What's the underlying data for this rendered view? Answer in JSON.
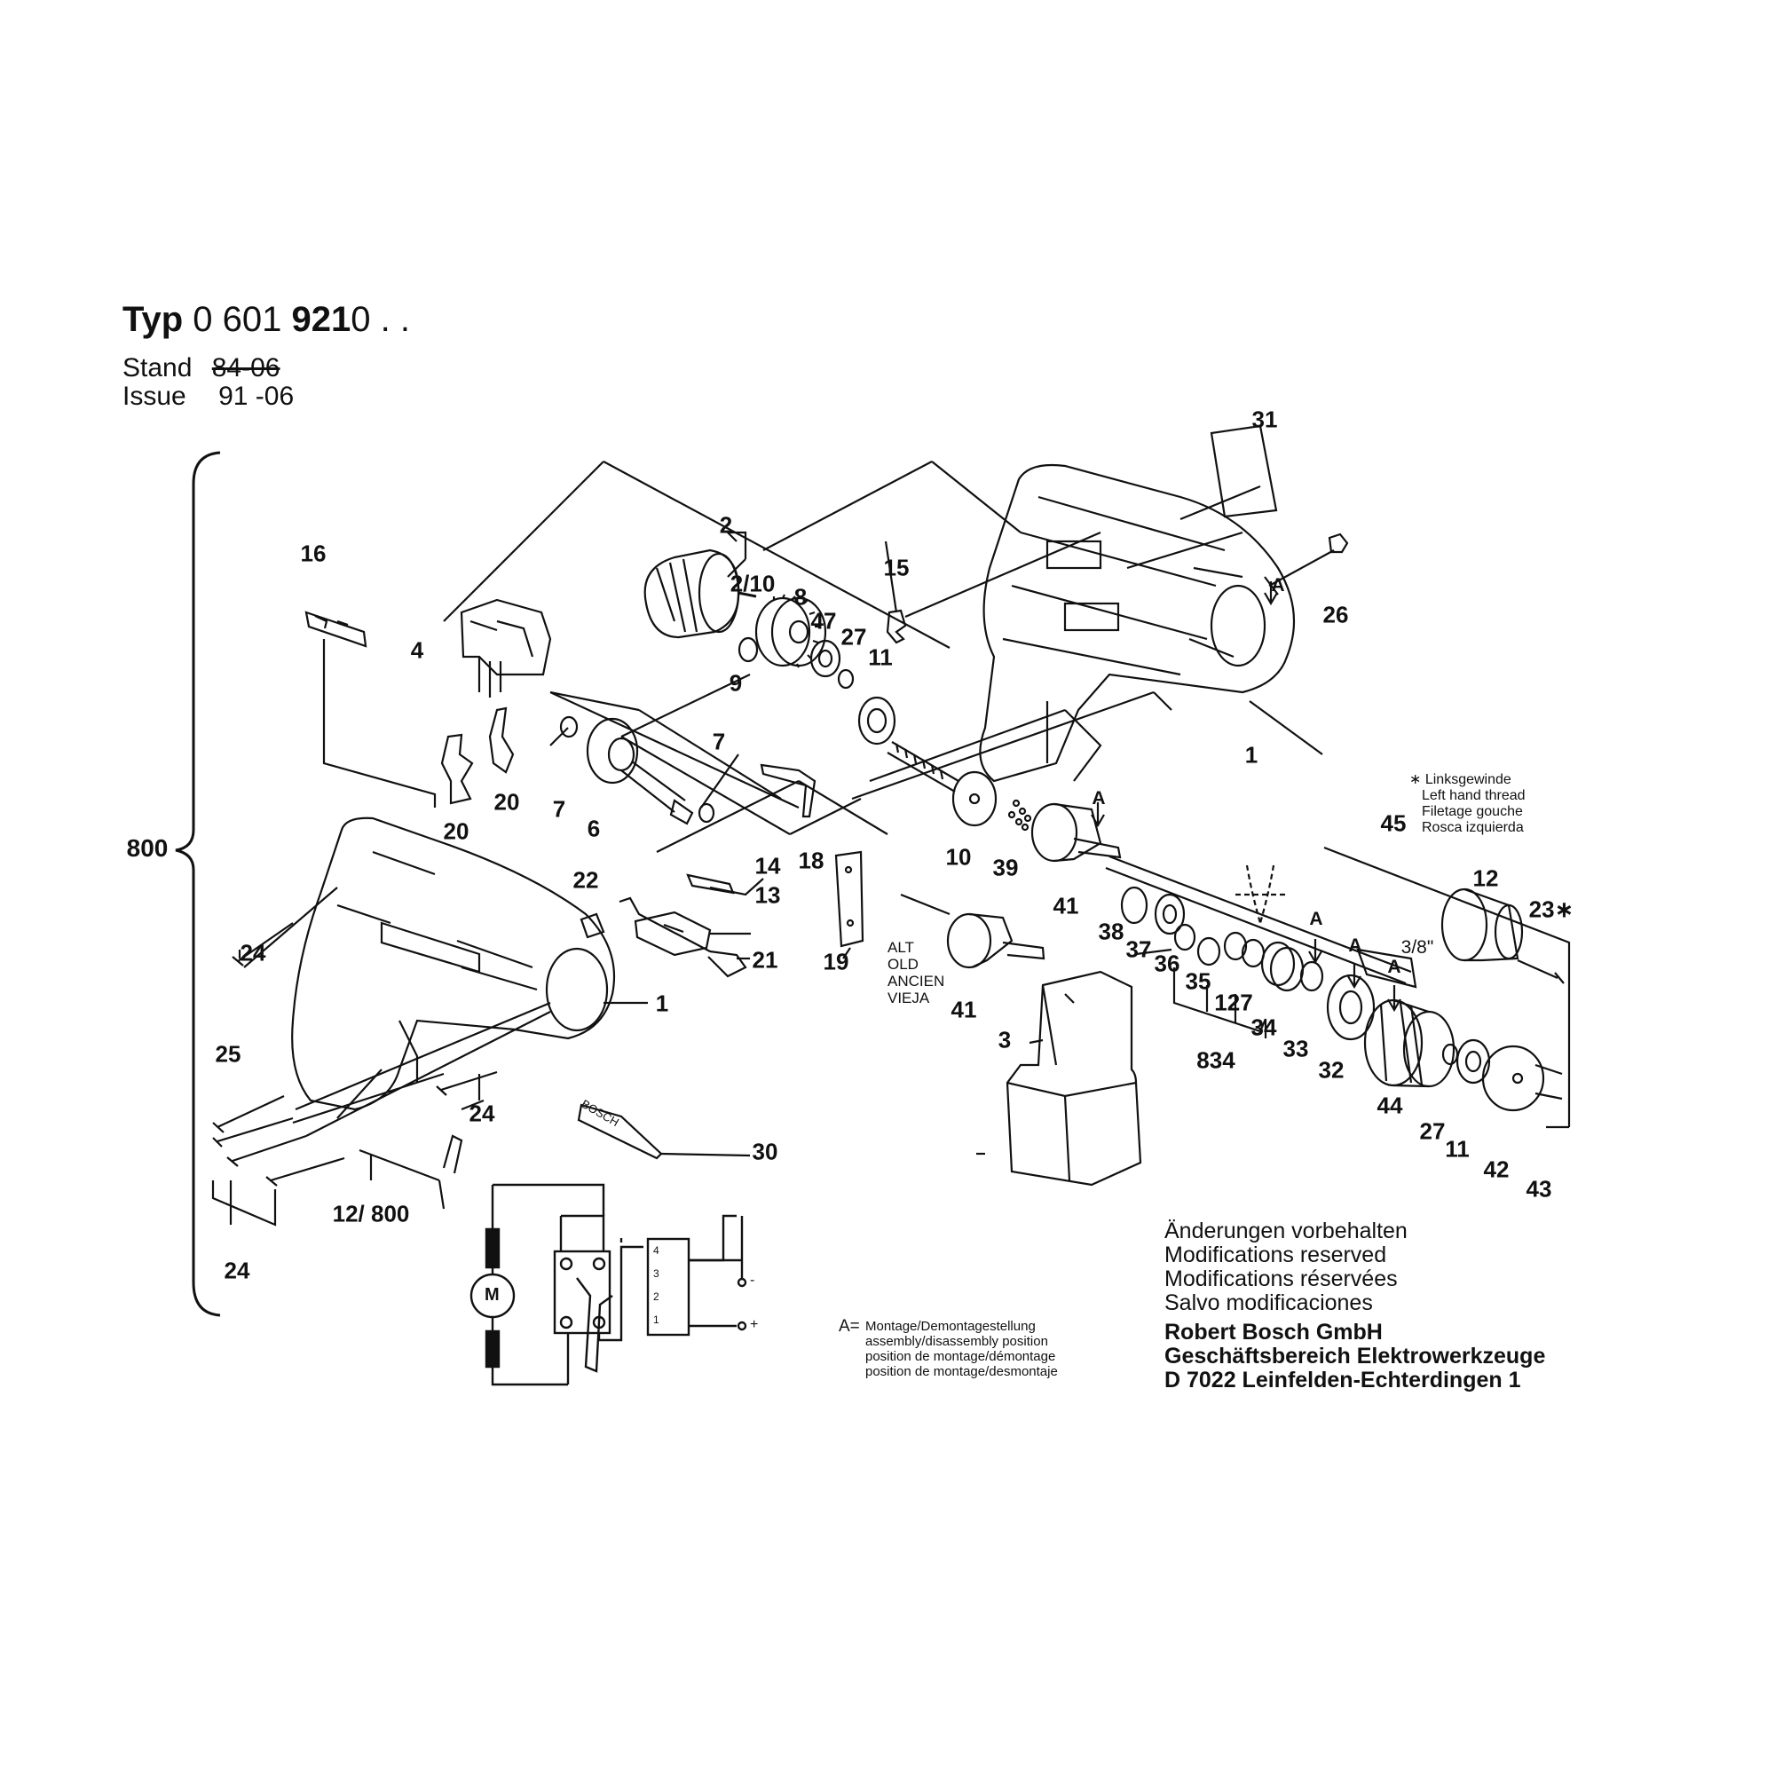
{
  "header": {
    "typ_label": "Typ",
    "typ_number_prefix": "0 601",
    "typ_number_bold": "921",
    "typ_number_suffix": "0 . .",
    "stand_label": "Stand",
    "stand_value": "84-06",
    "issue_label": "Issue",
    "issue_value": "91 -06"
  },
  "assembly_bracket_label": "800",
  "part_labels": [
    {
      "id": "31",
      "text": "31"
    },
    {
      "id": "2",
      "text": "2"
    },
    {
      "id": "2-10",
      "text": "2/10"
    },
    {
      "id": "8",
      "text": "8"
    },
    {
      "id": "47",
      "text": "47"
    },
    {
      "id": "27a",
      "text": "27"
    },
    {
      "id": "11a",
      "text": "11"
    },
    {
      "id": "15",
      "text": "15"
    },
    {
      "id": "26",
      "text": "26"
    },
    {
      "id": "A-top",
      "text": "A"
    },
    {
      "id": "1a",
      "text": "1"
    },
    {
      "id": "16",
      "text": "16"
    },
    {
      "id": "4",
      "text": "4"
    },
    {
      "id": "9",
      "text": "9"
    },
    {
      "id": "7a",
      "text": "7"
    },
    {
      "id": "7b",
      "text": "7"
    },
    {
      "id": "6",
      "text": "6"
    },
    {
      "id": "20a",
      "text": "20"
    },
    {
      "id": "20b",
      "text": "20"
    },
    {
      "id": "14",
      "text": "14"
    },
    {
      "id": "13",
      "text": "13"
    },
    {
      "id": "18",
      "text": "18"
    },
    {
      "id": "10",
      "text": "10"
    },
    {
      "id": "39",
      "text": "39"
    },
    {
      "id": "41a",
      "text": "41"
    },
    {
      "id": "A-mid",
      "text": "A"
    },
    {
      "id": "45",
      "text": "45"
    },
    {
      "id": "12",
      "text": "12"
    },
    {
      "id": "23",
      "text": "23∗"
    },
    {
      "id": "38",
      "text": "38"
    },
    {
      "id": "37",
      "text": "37"
    },
    {
      "id": "36",
      "text": "36"
    },
    {
      "id": "35",
      "text": "35"
    },
    {
      "id": "127",
      "text": "127"
    },
    {
      "id": "34",
      "text": "34"
    },
    {
      "id": "33",
      "text": "33"
    },
    {
      "id": "834",
      "text": "834"
    },
    {
      "id": "32",
      "text": "32"
    },
    {
      "id": "44",
      "text": "44"
    },
    {
      "id": "27b",
      "text": "27"
    },
    {
      "id": "11b",
      "text": "11"
    },
    {
      "id": "42",
      "text": "42"
    },
    {
      "id": "43",
      "text": "43"
    },
    {
      "id": "A-r1",
      "text": "A"
    },
    {
      "id": "A-r2",
      "text": "A"
    },
    {
      "id": "A-r3",
      "text": "A"
    },
    {
      "id": "3-8",
      "text": "3/8\""
    },
    {
      "id": "24a",
      "text": "24"
    },
    {
      "id": "22",
      "text": "22"
    },
    {
      "id": "21",
      "text": "21"
    },
    {
      "id": "19",
      "text": "19"
    },
    {
      "id": "41b",
      "text": "41"
    },
    {
      "id": "3",
      "text": "3"
    },
    {
      "id": "1b",
      "text": "1"
    },
    {
      "id": "25",
      "text": "25"
    },
    {
      "id": "24b",
      "text": "24"
    },
    {
      "id": "30",
      "text": "30"
    },
    {
      "id": "12-800",
      "text": "12/ 800"
    },
    {
      "id": "24c",
      "text": "24"
    }
  ],
  "alt_label": [
    "ALT",
    "OLD",
    "ANCIEN",
    "VIEJA"
  ],
  "thread_note": [
    "∗ Linksgewinde",
    "Left hand thread",
    "Filetage gouche",
    "Rosca izquierda"
  ],
  "brand_on_plate": "BOSCH",
  "switch_terminals": [
    "4",
    "3",
    "2",
    "1"
  ],
  "motor_symbol": "M",
  "terminal_minus": "-",
  "terminal_plus": "+",
  "assembly_note": {
    "prefix": "A=",
    "lines": [
      "Montage/Demontagestellung",
      "assembly/disassembly position",
      "position de montage/démontage",
      "position de montage/desmontaje"
    ]
  },
  "modifications": [
    "Änderungen vorbehalten",
    "Modifications reserved",
    "Modifications réservées",
    "Salvo modificaciones"
  ],
  "company": [
    "Robert Bosch GmbH",
    "Geschäftsbereich Elektrowerkzeuge",
    "D 7022 Leinfelden-Echterdingen 1"
  ]
}
